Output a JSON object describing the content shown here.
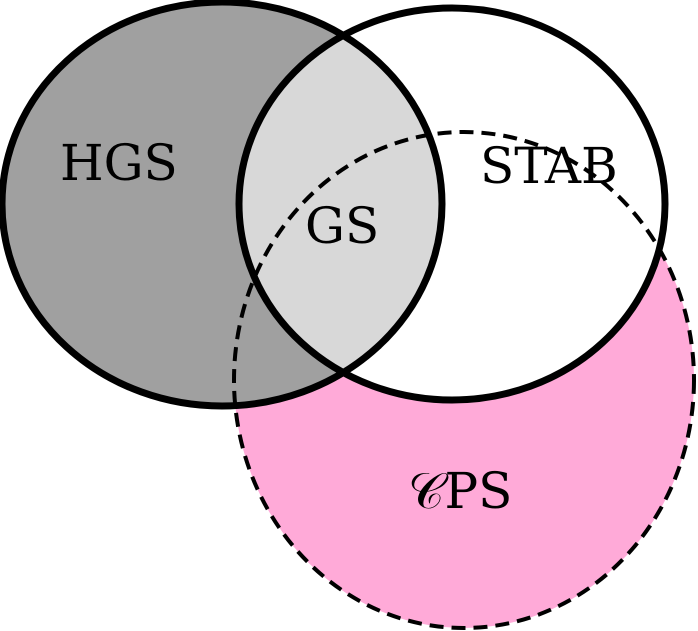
{
  "sets": {
    "hgs": {
      "label": "HGS"
    },
    "stab": {
      "label": "STAB"
    },
    "gs": {
      "label": "GS"
    },
    "cps": {
      "label": "𝒞PS"
    }
  },
  "colors": {
    "hgs_fill": "#a0a0a0",
    "gs_fill": "#d8d8d8",
    "stab_fill": "#ffffff",
    "cps_fill": "#ffaad8",
    "outline": "#000000"
  }
}
